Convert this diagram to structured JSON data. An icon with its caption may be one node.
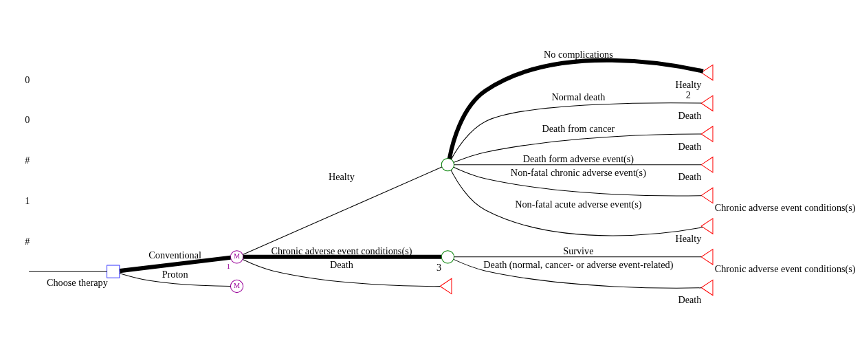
{
  "diagram": {
    "nodes": [
      {
        "text": [
          "Choose therapy"
        ]
      },
      {
        "text": [
          "M"
        ],
        "beside": [
          "1"
        ]
      },
      {
        "text": [
          "M"
        ]
      },
      {
        "text": [],
        "shape": "circle"
      },
      {
        "text": [],
        "shape": "circle",
        "beside": [
          "3"
        ]
      },
      {
        "text": [],
        "shape": "triangle"
      },
      {
        "text": [
          "Healty"
        ],
        "beside": [
          "2"
        ]
      },
      {
        "text": [
          "Death"
        ]
      },
      {
        "text": [
          "Death"
        ]
      },
      {
        "text": [
          "Death"
        ]
      },
      {
        "text": [
          "Chronic adverse event conditions(s)"
        ]
      },
      {
        "text": [
          "Healty"
        ]
      },
      {
        "text": [
          "Chronic adverse event conditions(s)"
        ]
      },
      {
        "text": [
          "Death"
        ]
      }
    ],
    "edges": [
      {
        "from": null,
        "to": 0,
        "arrow": "none"
      },
      {
        "from": 0,
        "to": 1,
        "arrow": "none",
        "label": "Conventional",
        "style": "thick"
      },
      {
        "from": 0,
        "to": 2,
        "arrow": "none",
        "label": "Proton"
      },
      {
        "from": 1,
        "to": 3,
        "arrow": "none",
        "label": "Healty"
      },
      {
        "from": 1,
        "to": 4,
        "arrow": "none",
        "label": "Chronic adverse event conditions(s)",
        "style": "thick"
      },
      {
        "from": 1,
        "to": 5,
        "arrow": "none",
        "label": "Death"
      },
      {
        "from": 3,
        "to": 6,
        "arrow": "none",
        "label": "No complications",
        "style": "thick"
      },
      {
        "from": 3,
        "to": 7,
        "arrow": "none",
        "label": "Normal death"
      },
      {
        "from": 3,
        "to": 8,
        "arrow": "none",
        "label": "Death from cancer"
      },
      {
        "from": 3,
        "to": 9,
        "arrow": "none",
        "label": "Death form adverse event(s)"
      },
      {
        "from": 3,
        "to": 10,
        "arrow": "none",
        "label": "Non-fatal chronic adverse event(s)"
      },
      {
        "from": 3,
        "to": 11,
        "arrow": "none",
        "label": "Non-fatal acute adverse event(s)"
      },
      {
        "from": 4,
        "to": 12,
        "arrow": "none",
        "label": "Survive"
      },
      {
        "from": 4,
        "to": 13,
        "arrow": "none",
        "label": "Death (normal, cancer- or adverse event-related)"
      }
    ],
    "labels": [
      "#",
      "1",
      "#",
      "0",
      "0"
    ]
  }
}
